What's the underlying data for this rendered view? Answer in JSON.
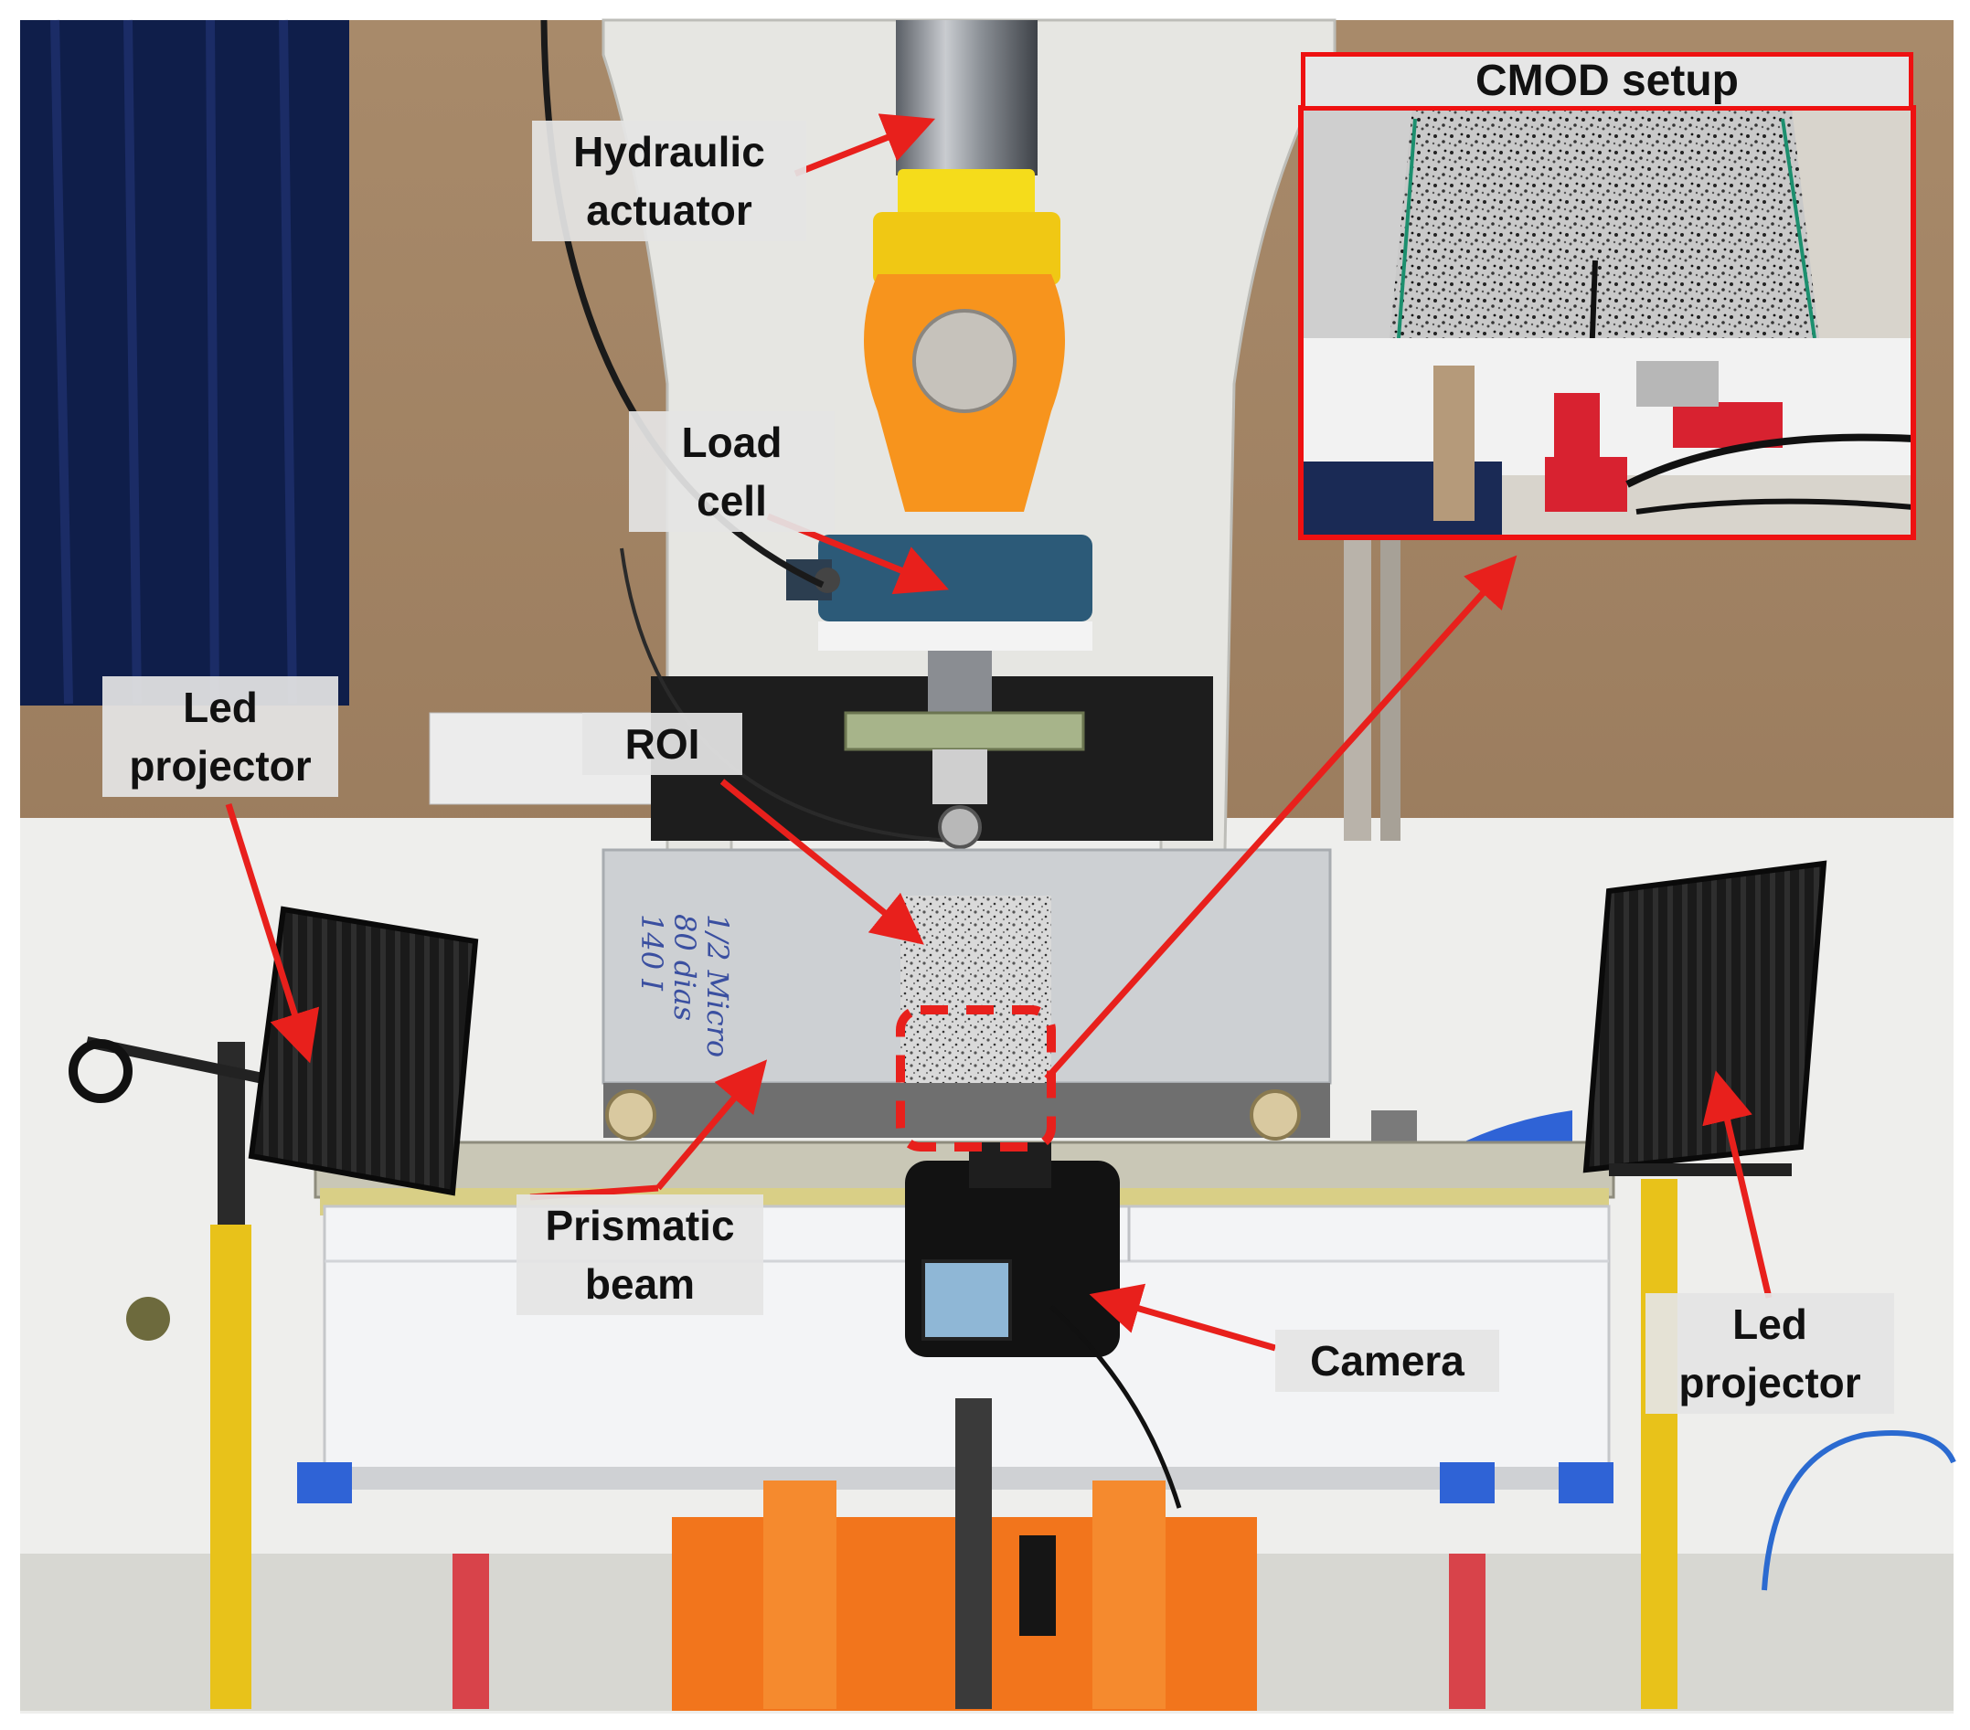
{
  "labels": {
    "hydraulic_actuator": [
      "Hydraulic",
      "actuator"
    ],
    "load_cell": [
      "Load",
      "cell"
    ],
    "roi": "ROI",
    "led_projector_left": [
      "Led",
      "projector"
    ],
    "led_projector_right": [
      "Led",
      "projector"
    ],
    "prismatic_beam": [
      "Prismatic",
      "beam"
    ],
    "camera": "Camera",
    "cmod_setup": "CMOD setup"
  },
  "beam_handwriting": [
    "140 I",
    "80 dias",
    "1/2 Micro"
  ],
  "colors": {
    "arrow_red": "#e8201c",
    "label_bg": "#e4e4e4",
    "actuator_orange": "#f7941d",
    "actuator_yellow": "#f5dc1b",
    "load_cell_blue": "#2c5a78",
    "machine_frame": "#e6e6e2",
    "curtain_blue": "#0f1e4a",
    "stand_yellow": "#e8c21a",
    "base_orange": "#f2751c"
  }
}
